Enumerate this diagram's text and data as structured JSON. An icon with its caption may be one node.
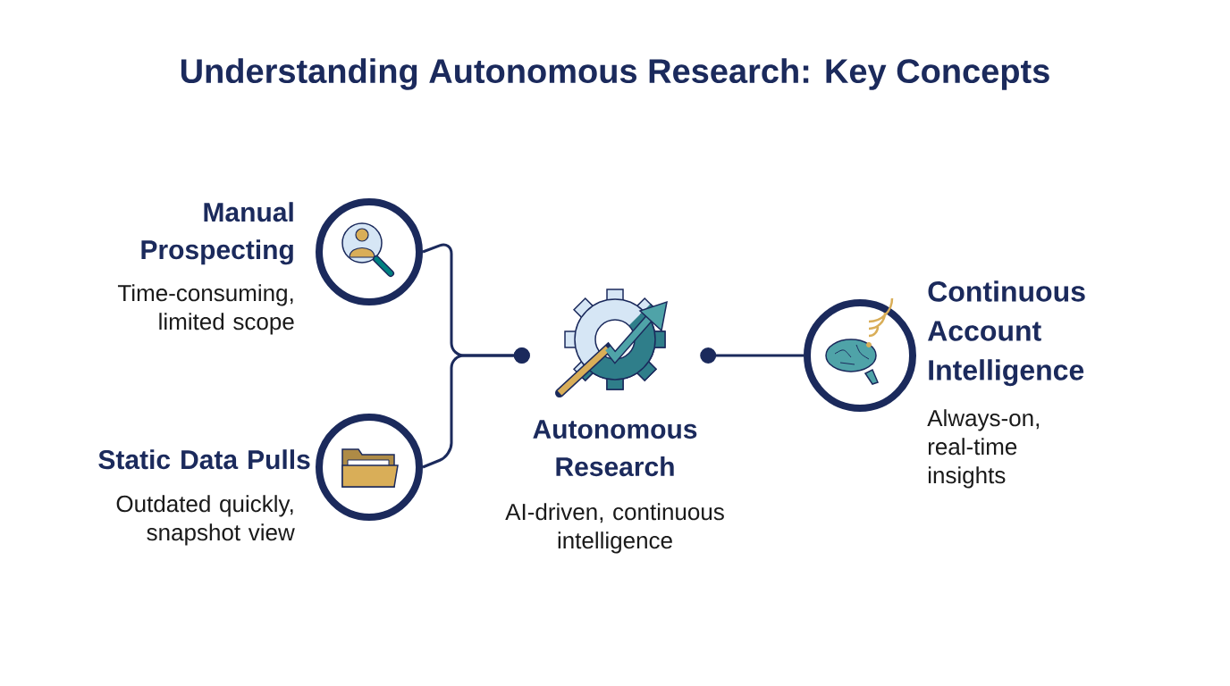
{
  "diagram": {
    "title": "Understanding Autonomous Research: Key Concepts",
    "nodes": [
      {
        "text": [
          "Manual Prospecting",
          "Time-consuming, limited scope"
        ]
      },
      {
        "text": [
          "Static Data Pulls",
          "Outdated quickly, snapshot view"
        ]
      },
      {
        "text": [
          "Autonomous Research",
          "AI-driven, continuous intelligence"
        ]
      },
      {
        "text": [
          "Continuous Account Intelligence",
          "Always-on, real-time insights"
        ]
      }
    ],
    "edges": [
      {
        "from": 0,
        "to": 2,
        "arrow": "other"
      },
      {
        "from": 1,
        "to": 2,
        "arrow": "other"
      },
      {
        "from": 3,
        "to": 2,
        "arrow": "other"
      }
    ]
  }
}
